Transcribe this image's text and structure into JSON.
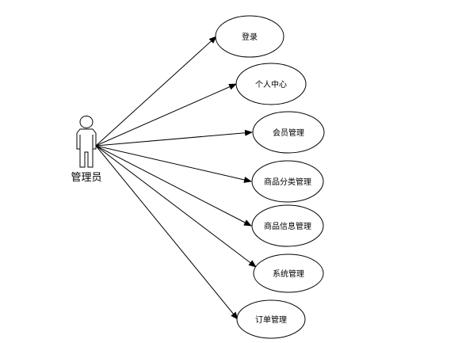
{
  "actor": {
    "label": "管理员",
    "icon": "person-icon"
  },
  "use_cases": [
    {
      "id": "login",
      "label": "登录"
    },
    {
      "id": "personal-center",
      "label": "个人中心"
    },
    {
      "id": "member-management",
      "label": "会员管理"
    },
    {
      "id": "product-category-management",
      "label": "商品分类管理"
    },
    {
      "id": "product-info-management",
      "label": "商品信息管理"
    },
    {
      "id": "system-management",
      "label": "系统管理"
    },
    {
      "id": "order-management",
      "label": "订单管理"
    }
  ],
  "colors": {
    "stroke": "#000000",
    "background": "#ffffff"
  }
}
